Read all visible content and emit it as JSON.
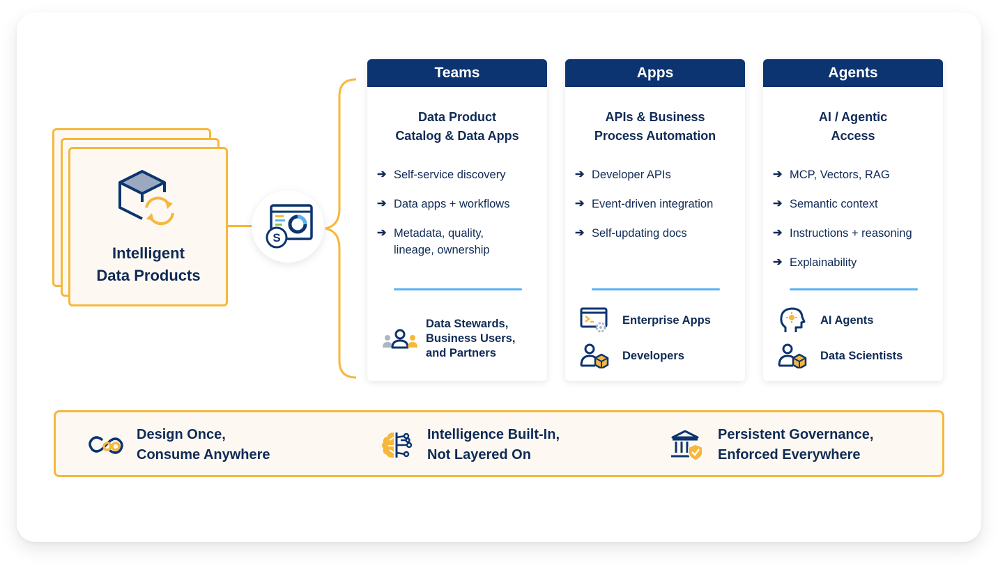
{
  "product": {
    "title_line1": "Intelligent",
    "title_line2": "Data Products"
  },
  "columns": [
    {
      "header": "Teams",
      "subtitle_line1": "Data Product",
      "subtitle_line2": "Catalog & Data Apps",
      "items": [
        {
          "line1": "Self-service discovery",
          "line2": ""
        },
        {
          "line1": "Data apps + workflows",
          "line2": ""
        },
        {
          "line1": "Metadata, quality,",
          "line2": "lineage, ownership"
        }
      ],
      "audiences": [
        {
          "icon": "users-group-icon",
          "line1": "Data Stewards,",
          "line2": "Business Users,",
          "line3": "and Partners"
        }
      ]
    },
    {
      "header": "Apps",
      "subtitle_line1": "APIs & Business",
      "subtitle_line2": "Process Automation",
      "items": [
        {
          "line1": "Developer APIs",
          "line2": ""
        },
        {
          "line1": "Event-driven integration",
          "line2": ""
        },
        {
          "line1": "Self-updating docs",
          "line2": ""
        }
      ],
      "audiences": [
        {
          "icon": "terminal-window-icon",
          "line1": "Enterprise Apps"
        },
        {
          "icon": "developer-icon",
          "line1": "Developers"
        }
      ]
    },
    {
      "header": "Agents",
      "subtitle_line1": "AI / Agentic",
      "subtitle_line2": "Access",
      "items": [
        {
          "line1": "MCP, Vectors, RAG",
          "line2": ""
        },
        {
          "line1": "Semantic context",
          "line2": ""
        },
        {
          "line1": "Instructions + reasoning",
          "line2": ""
        },
        {
          "line1": "Explainability",
          "line2": ""
        }
      ],
      "audiences": [
        {
          "icon": "ai-head-icon",
          "line1": "AI Agents"
        },
        {
          "icon": "data-scientist-icon",
          "line1": "Data Scientists"
        }
      ]
    }
  ],
  "arrow_glyph": "➔",
  "pillars": [
    {
      "icon": "infinity-link-icon",
      "line1": "Design Once,",
      "line2": "Consume Anywhere"
    },
    {
      "icon": "brain-circuit-icon",
      "line1": "Intelligence Built-In,",
      "line2": "Not Layered On"
    },
    {
      "icon": "governance-shield-icon",
      "line1": "Persistent Governance,",
      "line2": "Enforced Everywhere"
    }
  ],
  "colors": {
    "navy": "#0c3470",
    "text": "#0f2a55",
    "accent": "#f6b73c",
    "divider": "#5ab3f0",
    "panel": "#fdf9f2"
  }
}
